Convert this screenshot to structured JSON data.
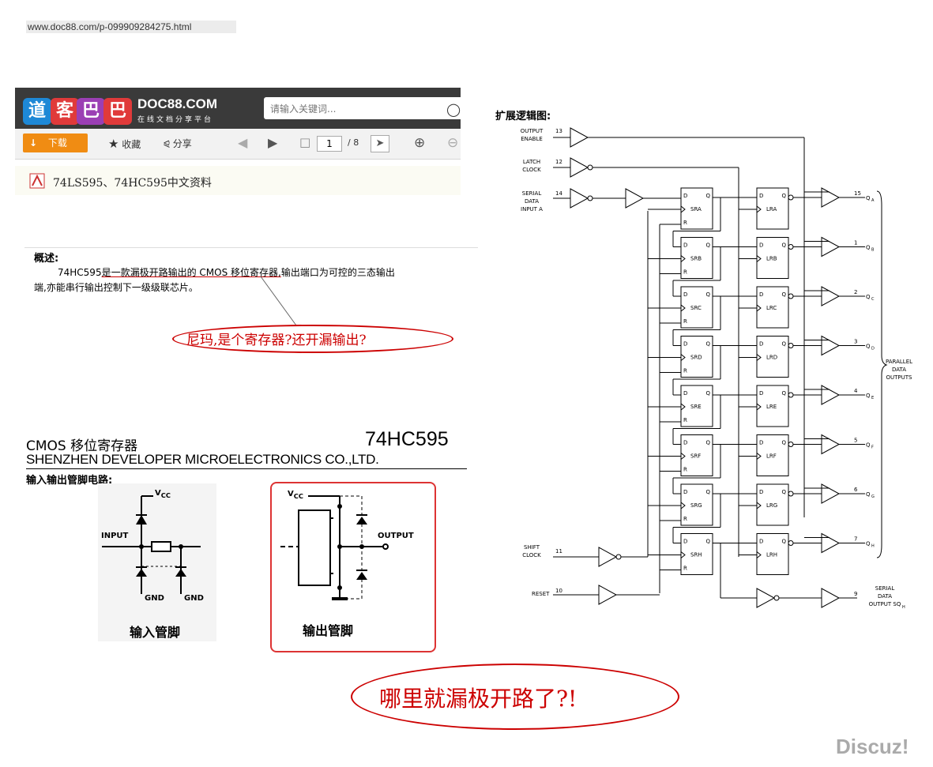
{
  "url": "www.doc88.com/p-099909284275.html",
  "header": {
    "logo_chars": [
      "道",
      "客",
      "巴",
      "巴"
    ],
    "brand": "DOC88.COM",
    "tagline": "在线文档分享平台",
    "search_placeholder": "请输入关键词..."
  },
  "toolbar": {
    "download": "下载",
    "collect": "收藏",
    "share": "分享",
    "page_current": "1",
    "page_total": "/ 8"
  },
  "doc_title": "74LS595、74HC595中文资料",
  "overview": {
    "title": "概述:",
    "line1_plain": "74HC595",
    "line1_underlined": "是一款漏极开路输出的 CMOS 移位寄存器,",
    "line1_rest": "输出端口为可控的三态输出",
    "line2": "端,亦能串行输出控制下一级级联芯片。"
  },
  "annotation1": "尼玛,是个寄存器?还开漏输出?",
  "datasheet": {
    "left_title": "CMOS 移位寄存器",
    "part": "74HC595",
    "company": "SHENZHEN DEVELOPER MICROELECTRONICS CO.,LTD.",
    "io_title": "输入输出管脚电路:",
    "vcc": "V",
    "vcc_sub": "CC",
    "input_label": "INPUT",
    "gnd": "GND",
    "output_label": "OUTPUT",
    "input_pin": "输入管脚",
    "output_pin": "输出管脚"
  },
  "logic": {
    "title": "扩展逻辑图:",
    "output_enable": [
      "OUTPUT",
      "ENABLE"
    ],
    "latch_clock": [
      "LATCH",
      "CLOCK"
    ],
    "serial_in": [
      "SERIAL",
      "DATA",
      "INPUT A"
    ],
    "shift_clock": [
      "SHIFT",
      "CLOCK"
    ],
    "reset": "RESET",
    "pin_oe": "13",
    "pin_lc": "12",
    "pin_si": "14",
    "pin_sc": "11",
    "pin_rst": "10",
    "stages": [
      "A",
      "B",
      "C",
      "D",
      "E",
      "F",
      "G",
      "H"
    ],
    "output_pins": [
      "15",
      "1",
      "2",
      "3",
      "4",
      "5",
      "6",
      "7"
    ],
    "parallel": [
      "PARALLEL",
      "DATA",
      "OUTPUTS"
    ],
    "serial_out": [
      "SERIAL",
      "DATA",
      "OUTPUT SQ"
    ],
    "serial_out_sub": "H",
    "serial_out_pin": "9"
  },
  "annotation2": "哪里就漏极开路了?!",
  "watermark": "Discuz!",
  "colors": {
    "logo_blue": "#1e88d6",
    "logo_red": "#e03a3a",
    "logo_purple": "#9b3fb4",
    "download": "#f08c13",
    "annotation": "#cc0000"
  }
}
